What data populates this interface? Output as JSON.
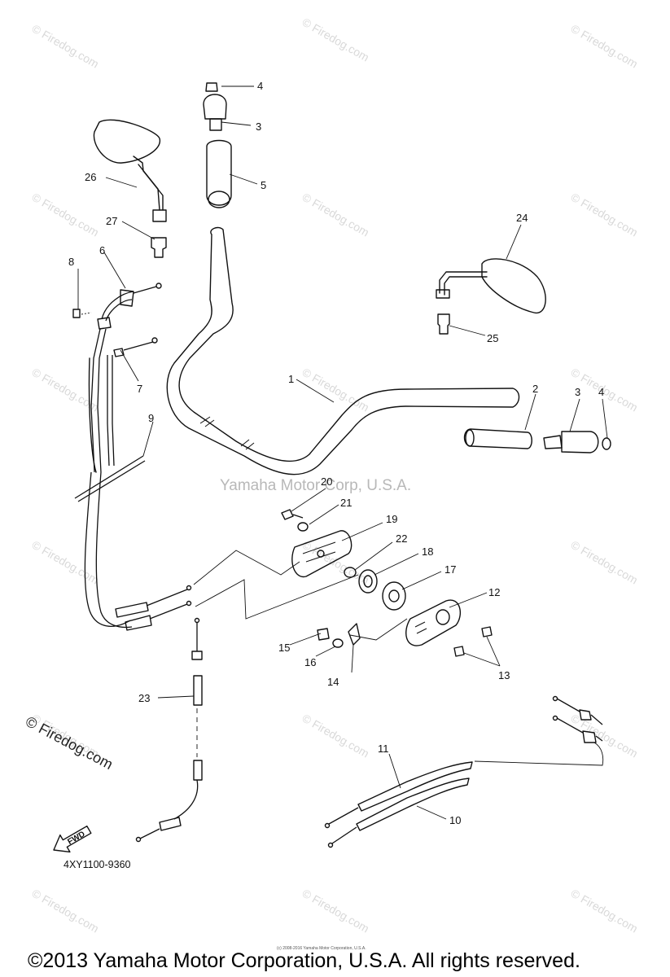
{
  "diagram": {
    "part_labels": [
      "1",
      "2",
      "3",
      "3",
      "4",
      "4",
      "5",
      "6",
      "7",
      "8",
      "9",
      "10",
      "11",
      "12",
      "13",
      "14",
      "15",
      "16",
      "17",
      "18",
      "19",
      "20",
      "21",
      "22",
      "23",
      "24",
      "25",
      "26",
      "27"
    ],
    "diagram_code": "4XY1100-9360",
    "fwd_label": "FWD"
  },
  "watermarks": {
    "site": "© Firedog.com",
    "corp": "Yamaha Motor Corp, U.S.A.",
    "center_small": "(c) 2008-2016 Yamaha Motor Corporation, U.S.A.",
    "corner_copyright": "© Firedog.com"
  },
  "footer": {
    "copyright": "©2013 Yamaha Motor Corporation, U.S.A. All rights reserved."
  }
}
